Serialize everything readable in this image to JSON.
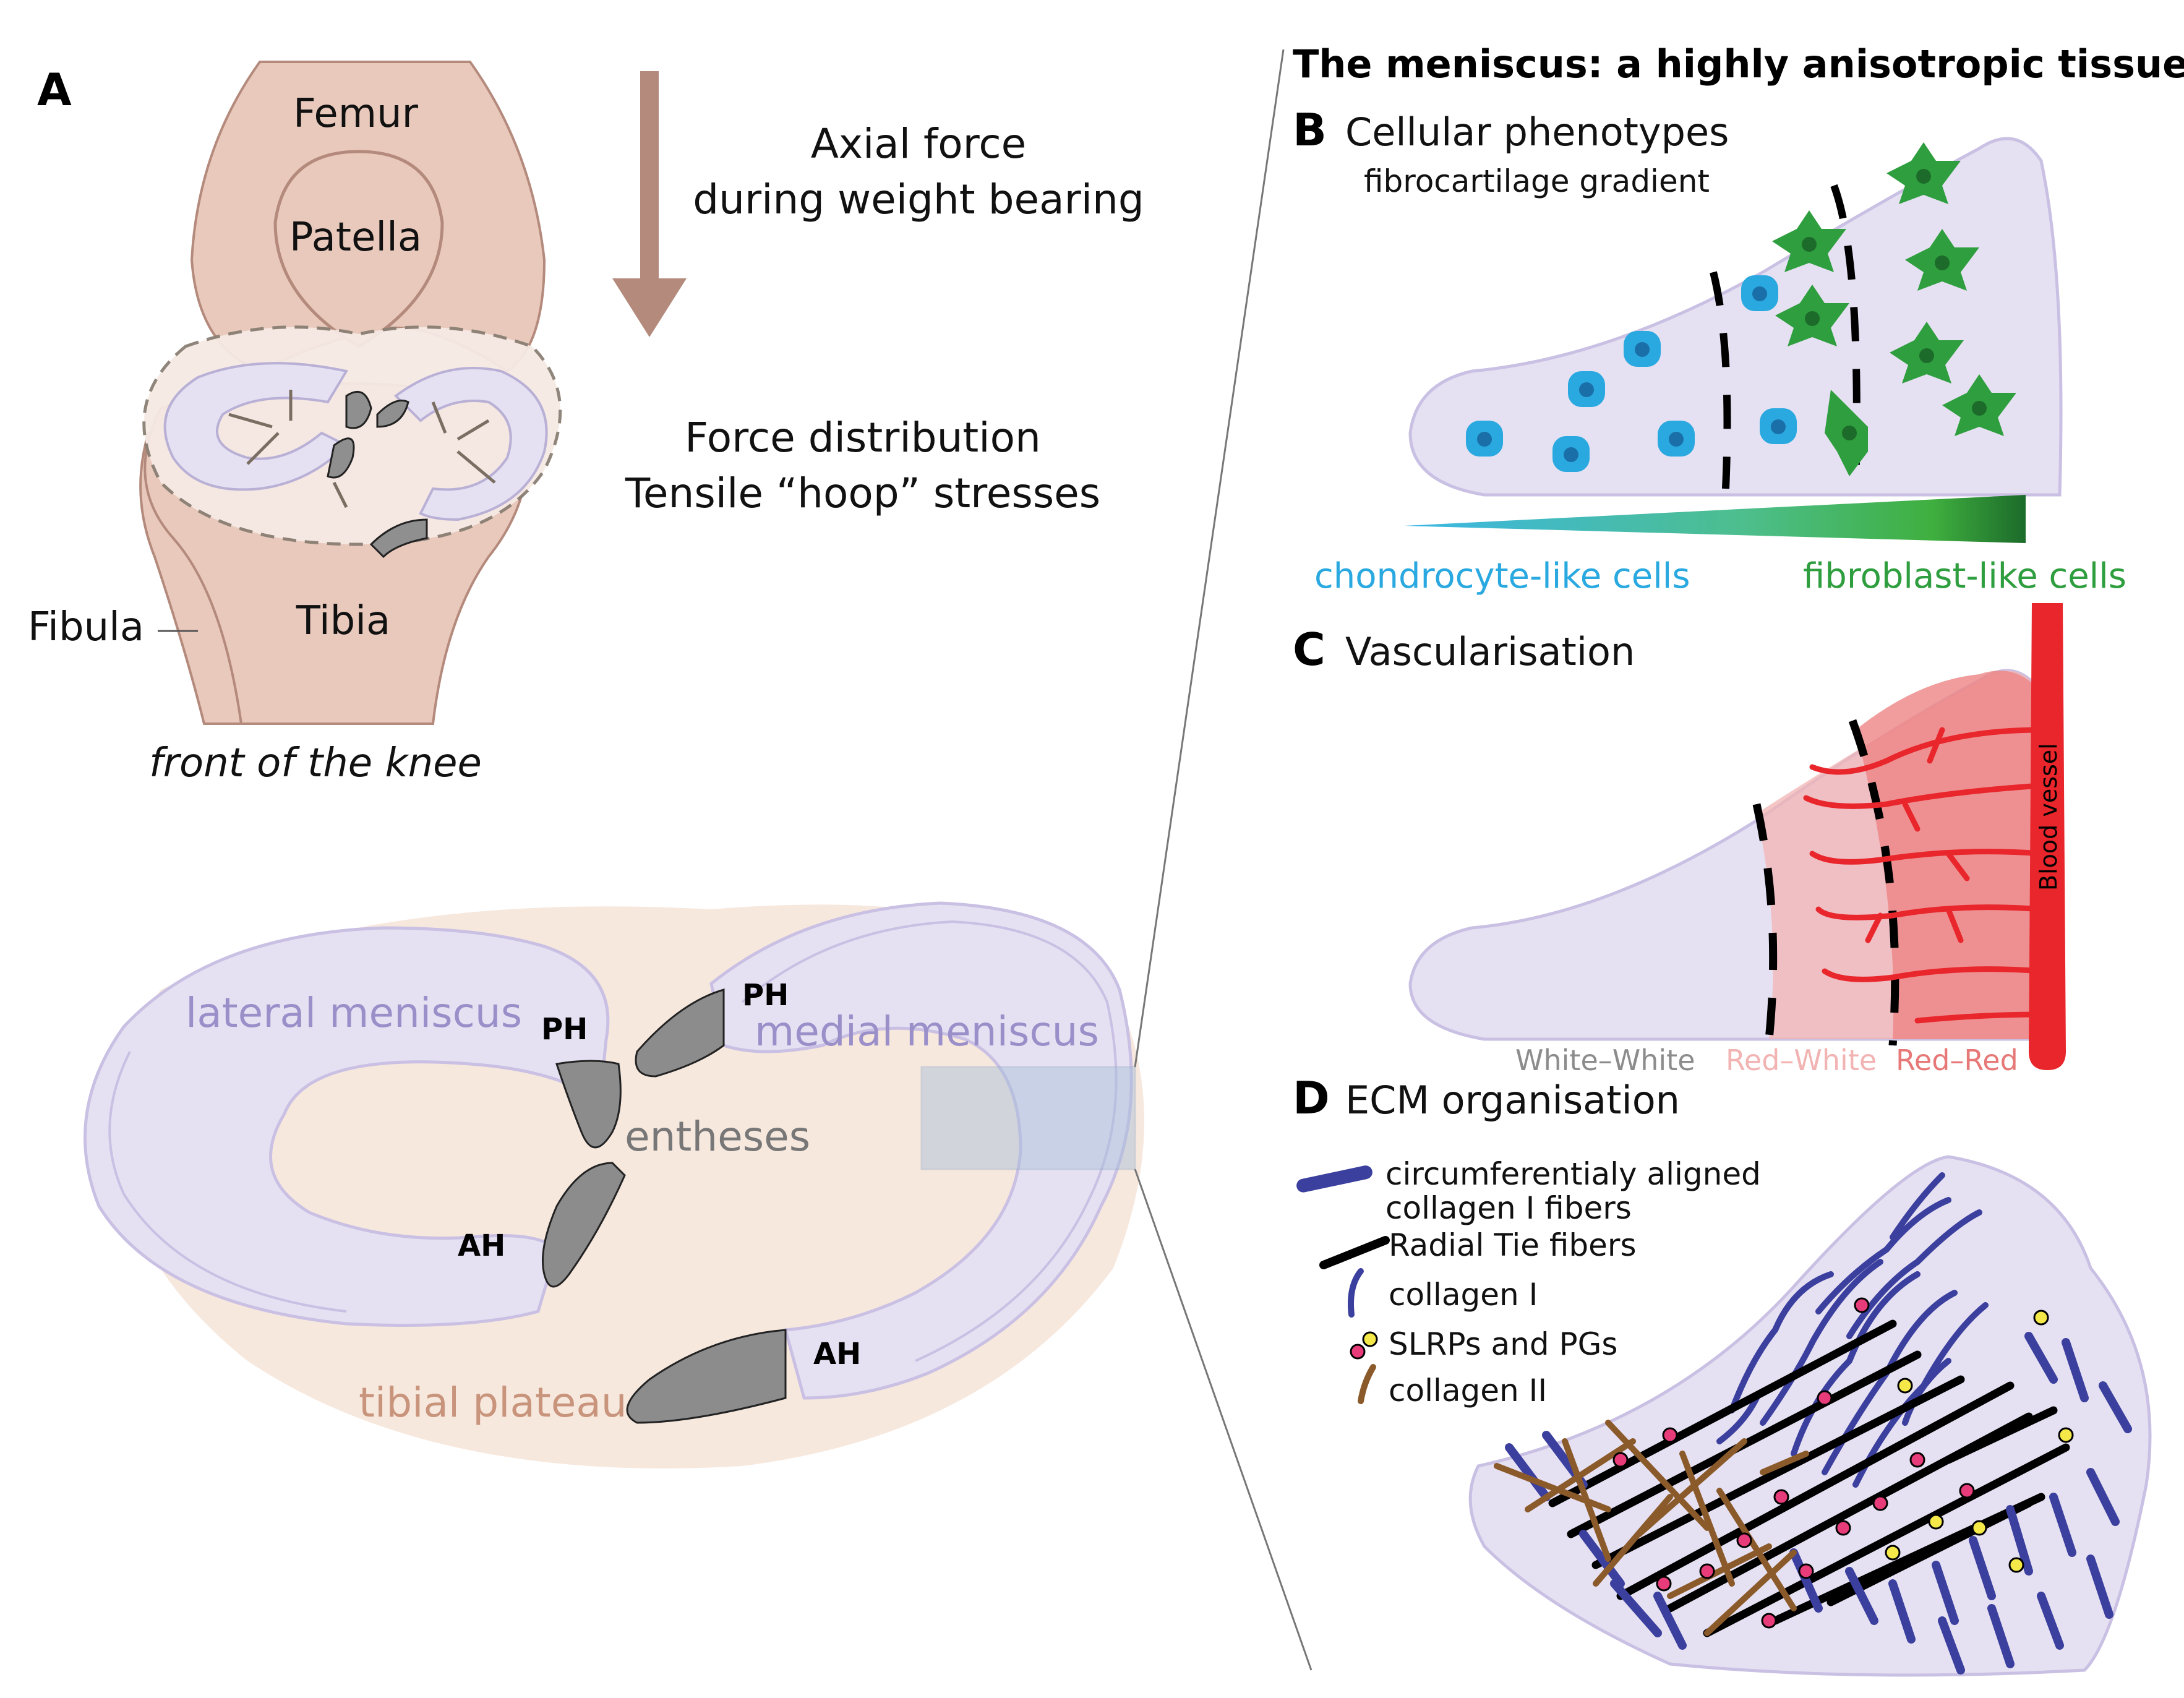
{
  "panel_a": {
    "letter": "A",
    "femur": "Femur",
    "patella": "Patella",
    "tibia": "Tibia",
    "fibula": "Fibula",
    "front_caption": "front of the knee",
    "axial_line1": "Axial force",
    "axial_line2": "during weight bearing",
    "force_line1": "Force distribution",
    "force_line2": "Tensile “hoop” stresses"
  },
  "menisci": {
    "lateral": "lateral meniscus",
    "medial": "medial meniscus",
    "entheses": "entheses",
    "tibial_plateau": "tibial plateau",
    "ph_left": "PH",
    "ph_right": "PH",
    "ah_left": "AH",
    "ah_right": "AH"
  },
  "right_title": "The meniscus: a highly anisotropic tissue",
  "panel_b": {
    "letter": "B",
    "title": "Cellular phenotypes",
    "subtitle": "fibrocartilage gradient",
    "chondro": "chondrocyte-like cells",
    "fibro": "fibroblast-like cells"
  },
  "panel_c": {
    "letter": "C",
    "title": "Vascularisation",
    "ww": "White–White",
    "rw": "Red–White",
    "rr": "Red–Red",
    "vessel": "Blood vessel"
  },
  "panel_d": {
    "letter": "D",
    "title": "ECM organisation",
    "legend1a": "circumferentialy aligned",
    "legend1b": "collagen I fibers",
    "legend2": "Radial Tie fibers",
    "legend3": "collagen I",
    "legend4": "SLRPs and PGs",
    "legend5": "collagen II"
  },
  "colors": {
    "bone": "#E9C9BC",
    "bone_stroke": "#B48A7C",
    "meniscus": "#E6E1F2",
    "meniscus_stroke": "#B9B0D6",
    "chondro_blue": "#29A9E0",
    "fibro_green": "#2E9E3E",
    "vessel_red": "#E8262B",
    "collagen_blue": "#3B3F9E",
    "collagen_brown": "#8B5A2B"
  }
}
